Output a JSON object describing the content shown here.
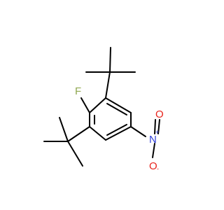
{
  "structure": {
    "atoms": {
      "fluorine": "F",
      "nitrogen": "N",
      "oxygen_double": "O",
      "oxygen_single": "O"
    },
    "charges": {
      "nitrogen": "+",
      "oxygen_single": "-"
    }
  },
  "colors": {
    "bond": "#000000",
    "fluorine": "#8fa850",
    "nitrogen": "#2f3fd6",
    "oxygen": "#e8231b",
    "background": "#ffffff"
  }
}
